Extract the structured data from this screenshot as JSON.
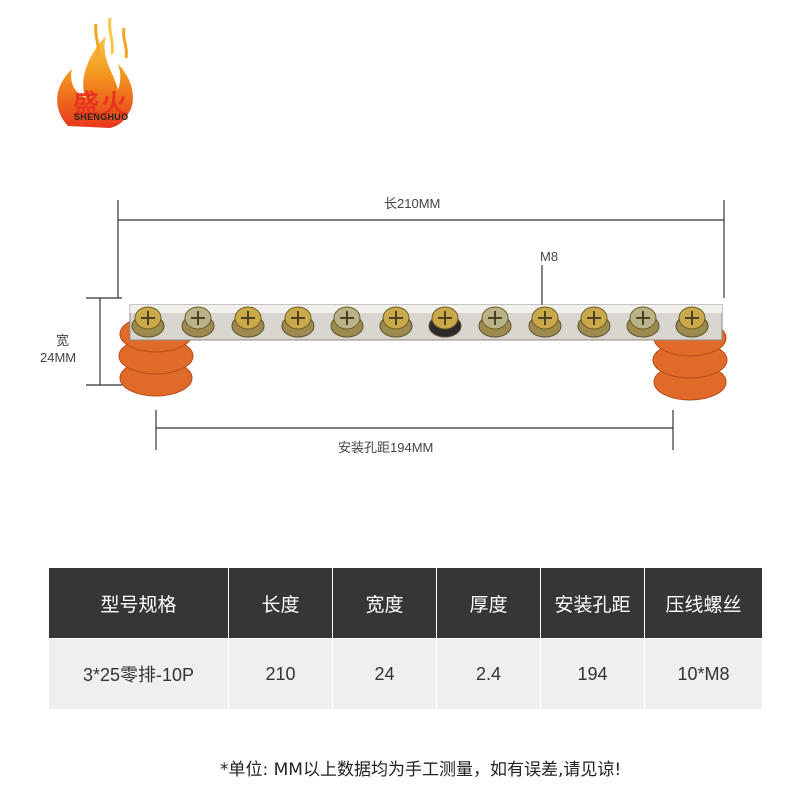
{
  "brand": {
    "name": "盛火",
    "sub": "SHENGHUO"
  },
  "dimensions": {
    "length": "长210MM",
    "screw": "M8",
    "width_label": "宽",
    "width_value": "24MM",
    "hole_spacing": "安装孔距194MM"
  },
  "table": {
    "headers": [
      "型号规格",
      "长度",
      "宽度",
      "厚度",
      "安装孔距",
      "压线螺丝"
    ],
    "row": [
      "3*25零排-10P",
      "210",
      "24",
      "2.4",
      "194",
      "10*M8"
    ]
  },
  "note": "*单位: MM以上数据均为手工测量，如有误差,请见谅!",
  "colors": {
    "accent": "#e8361e",
    "header_bg": "#383634",
    "cell_bg": "#efefef",
    "insulator": "#e06a2a"
  }
}
